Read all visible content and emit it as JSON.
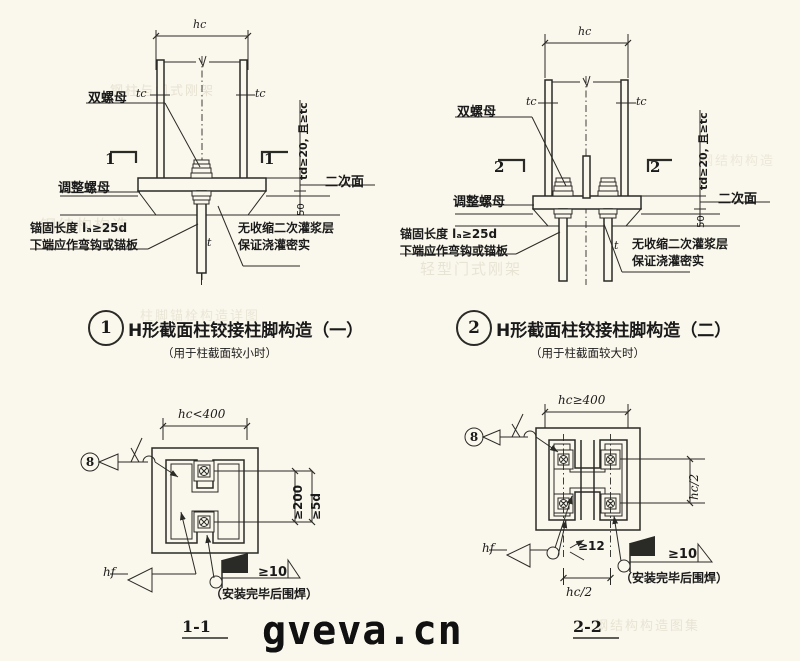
{
  "page": {
    "background_color": "#faf7ec",
    "ink_color": "#2a2a26",
    "watermark": "gveva.cn"
  },
  "figures": [
    {
      "id": "fig1",
      "number": "1",
      "title": "H形截面柱铰接柱脚构造（一）",
      "subtitle": "（用于柱截面较小时）",
      "section_marks": [
        "1",
        "1"
      ],
      "labels": {
        "double_nut": "双螺母",
        "adjust_nut": "调整螺母",
        "second_surface": "二次面",
        "anchor_note_line1": "锚固长度 lₐ≥25d",
        "anchor_note_line2": "下端应作弯钩或锚板",
        "grout_note_line1": "无收缩二次灌浆层",
        "grout_note_line2": "保证浇灌密实"
      },
      "dimensions": {
        "width": "hc",
        "flange_left": "tc",
        "flange_right": "tc",
        "base_plate_vertical": "td≥20, 且≥tc",
        "grout_thickness": "50",
        "bolt_dia": "t"
      }
    },
    {
      "id": "fig2",
      "number": "2",
      "title": "H形截面柱铰接柱脚构造（二）",
      "subtitle": "（用于柱截面较大时）",
      "section_marks": [
        "2",
        "2"
      ],
      "labels": {
        "double_nut": "双螺母",
        "adjust_nut": "调整螺母",
        "second_surface": "二次面",
        "anchor_note_line1": "锚固长度 lₐ≥25d",
        "anchor_note_line2": "下端应作弯钩或锚板",
        "grout_note_line1": "无收缩二次灌浆层",
        "grout_note_line2": "保证浇灌密实"
      },
      "dimensions": {
        "width": "hc",
        "flange_left": "tc",
        "flange_right": "tc",
        "base_plate_vertical": "td≥20, 且≥tc",
        "grout_thickness": "50",
        "bolt_dia": "t"
      }
    },
    {
      "id": "sec11",
      "caption": "1-1",
      "dimensions": {
        "width": "hc<400",
        "spacing_a": "≥200",
        "spacing_b": "≥5d",
        "weld_size": "≥10",
        "fillet": "hf"
      },
      "labels": {
        "detail_ref": "8",
        "weld_note": "（安装完毕后围焊）"
      }
    },
    {
      "id": "sec22",
      "caption": "2-2",
      "dimensions": {
        "width": "hc≥400",
        "half_height": "hc/2",
        "half_width": "hc/2",
        "stiffener": "≥12",
        "weld_size": "≥10",
        "fillet": "hf"
      },
      "labels": {
        "detail_ref": "8",
        "weld_note": "（安装完毕后围焊）"
      }
    }
  ],
  "ghost_text": [
    "钢柱与门式刚架",
    "钢结构构造",
    "轻型门式刚架",
    "钢结构构造图集",
    "柱脚锚栓构造详图"
  ]
}
